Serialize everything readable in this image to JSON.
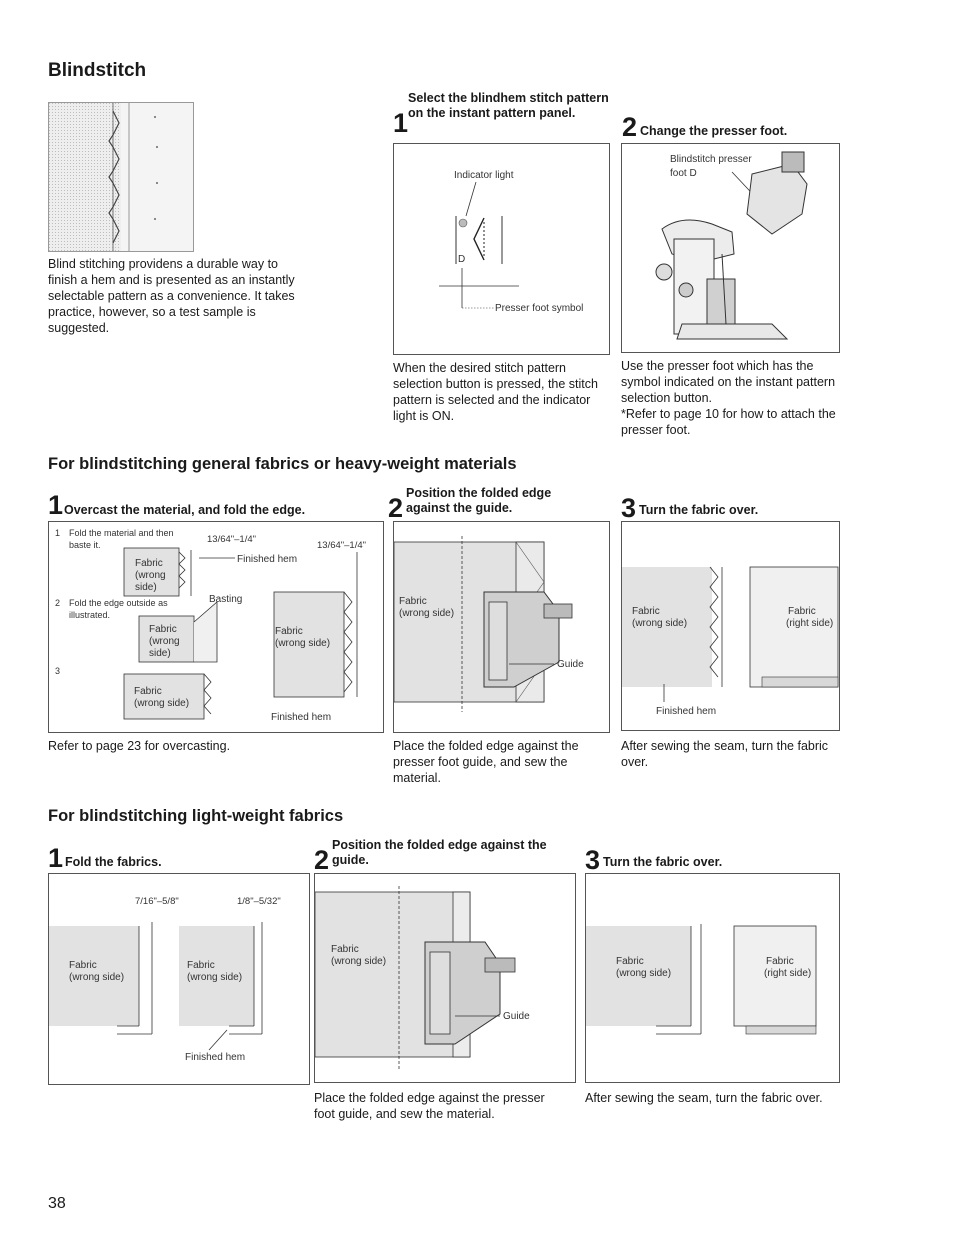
{
  "page": {
    "number": "38",
    "colors": {
      "stitch_fill": "#d8d8d8",
      "line": "#333333",
      "border": "#555555"
    }
  },
  "blindstitch": {
    "title": "Blindstitch",
    "intro": "Blind stitching providens a durable way to finish a hem and is presented as an instantly selectable pattern as a convenience. It takes practice, however, so a test sample is suggested.",
    "step1": {
      "num": "1",
      "text": "Select the blindhem stitch pattern on the instant pattern panel.",
      "labels": {
        "indicator": "Indicator light",
        "d": "D",
        "presser": "Presser foot symbol"
      },
      "caption": "When the desired stitch pattern selection button is pressed, the stitch pattern is selected and the indicator light is ON."
    },
    "step2": {
      "num": "2",
      "text": "Change the presser foot.",
      "labels": {
        "foot_line1": "Blindstitch presser",
        "foot_line2": "foot D"
      },
      "caption": "Use the presser foot which has the symbol indicated on the instant pattern selection button.",
      "note": "*Refer to page 10 for how to attach the presser foot."
    }
  },
  "general": {
    "title": "For blindstitching general fabrics or heavy-weight materials",
    "step1": {
      "num": "1",
      "text": "Overcast the material, and fold the edge.",
      "labels": {
        "s1": "1",
        "s1_text1": "Fold the material and then",
        "s1_text2": "baste it.",
        "dim1": "13/64\"–1/4\"",
        "dim2": "13/64\"–1/4\"",
        "finished_hem": "Finished hem",
        "fabric": "Fabric",
        "wrong": "(wrong",
        "side": "side)",
        "s2": "2",
        "s2_text1": "Fold the edge outside as",
        "s2_text2": "illustrated.",
        "basting": "Basting",
        "s3": "3",
        "fabric_wrong_side": "(wrong side)",
        "finished_hem2": "Finished hem"
      },
      "caption": "Refer to page 23 for overcasting."
    },
    "step2": {
      "num": "2",
      "text": "Position the folded edge against the guide.",
      "labels": {
        "fabric": "Fabric",
        "wrong_side": "(wrong side)",
        "guide": "Guide"
      },
      "caption": "Place the folded edge against the presser foot guide, and sew the material."
    },
    "step3": {
      "num": "3",
      "text": "Turn the fabric over.",
      "labels": {
        "fabric": "Fabric",
        "wrong_side": "(wrong side)",
        "right_side": "(right side)",
        "finished_hem": "Finished hem"
      },
      "caption": "After sewing the seam, turn the fabric over."
    }
  },
  "light": {
    "title": "For blindstitching light-weight fabrics",
    "step1": {
      "num": "1",
      "text": "Fold the fabrics.",
      "labels": {
        "dim1": "7/16\"–5/8\"",
        "dim2": "1/8\"–5/32\"",
        "fabric": "Fabric",
        "wrong_side": "(wrong side)",
        "finished_hem": "Finished hem"
      }
    },
    "step2": {
      "num": "2",
      "text": "Position the folded edge against the guide.",
      "labels": {
        "fabric": "Fabric",
        "wrong_side": "(wrong side)",
        "guide": "Guide"
      },
      "caption": "Place the folded edge against the presser foot guide, and sew the material."
    },
    "step3": {
      "num": "3",
      "text": "Turn the fabric over.",
      "labels": {
        "fabric": "Fabric",
        "wrong_side": "(wrong side)",
        "right_side": "(right side)"
      },
      "caption": "After sewing the seam, turn the fabric over."
    }
  }
}
